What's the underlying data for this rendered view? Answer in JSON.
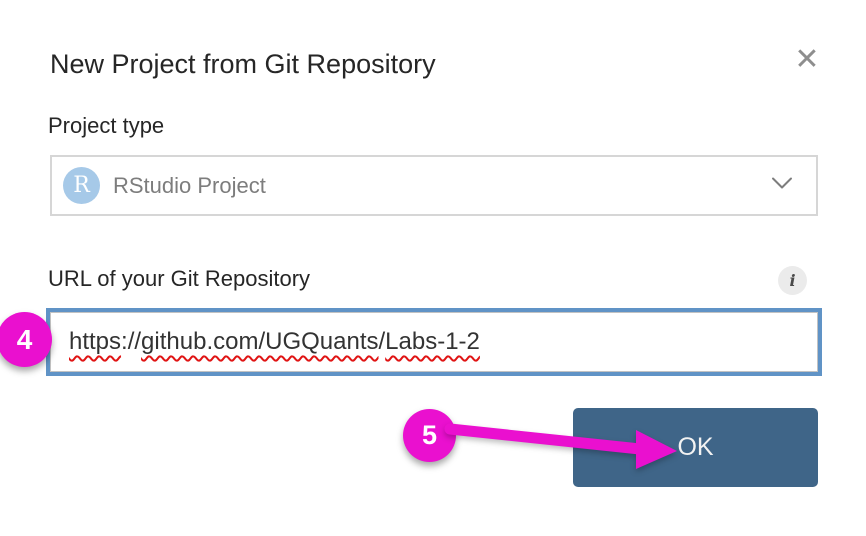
{
  "dialog": {
    "title": "New Project from Git Repository"
  },
  "icons": {
    "close": "✕",
    "chevron_down": "chevron-down",
    "info": "i"
  },
  "project_type": {
    "label": "Project type",
    "badge_letter": "R",
    "selected_value": "RStudio Project"
  },
  "git_url": {
    "label": "URL of your Git Repository",
    "value": "https://github.com/UGQuants/Labs-1-2",
    "value_parts": {
      "p1": "https",
      "p2": "://",
      "p3": "github.com/UGQuants",
      "p4": "/",
      "p5": "Labs-1-2"
    }
  },
  "ok_button": {
    "label": "OK"
  },
  "annotations": {
    "step4": "4",
    "step5": "5"
  },
  "colors": {
    "accent_magenta": "#ea10cf",
    "button_blue": "#3f6588",
    "input_border_blue": "#6093c6",
    "badge_blue": "#a6c9e8",
    "squiggle_red": "#e01414"
  }
}
